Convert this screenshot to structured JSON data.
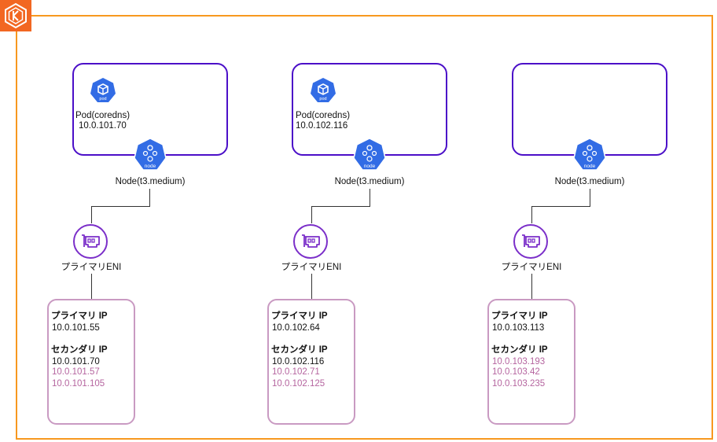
{
  "icons": {
    "cluster_logo": "eks-icon",
    "pod": "pod-icon",
    "node": "node-icon",
    "eni": "eni-icon"
  },
  "colors": {
    "cluster_border": "#f7981f",
    "node_border": "#4b0fc8",
    "ip_box_border": "#c99ac2",
    "k8s_blue": "#326ce5",
    "eni_purple": "#7b2fc9",
    "secondary_ip": "#b5649f"
  },
  "icon_text": {
    "pod": "pod",
    "node": "node"
  },
  "nodes": [
    {
      "pod_label": "Pod(coredns)",
      "pod_ip": "10.0.101.70",
      "node_label": "Node(t3.medium)",
      "eni_label": "プライマリENI",
      "primary_title": "プライマリ IP",
      "primary_ip": "10.0.101.55",
      "secondary_title": "セカンダリ IP",
      "secondary_ips": [
        "10.0.101.70",
        "10.0.101.57",
        "10.0.101.105"
      ]
    },
    {
      "pod_label": "Pod(coredns)",
      "pod_ip": "10.0.102.116",
      "node_label": "Node(t3.medium)",
      "eni_label": "プライマリENI",
      "primary_title": "プライマリ IP",
      "primary_ip": "10.0.102.64",
      "secondary_title": "セカンダリ IP",
      "secondary_ips": [
        "10.0.102.116",
        "10.0.102.71",
        "10.0.102.125"
      ]
    },
    {
      "node_label": "Node(t3.medium)",
      "eni_label": "プライマリENI",
      "primary_title": "プライマリ IP",
      "primary_ip": "10.0.103.113",
      "secondary_title": "セカンダリ IP",
      "secondary_ips": [
        "10.0.103.193",
        "10.0.103.42",
        "10.0.103.235"
      ]
    }
  ]
}
